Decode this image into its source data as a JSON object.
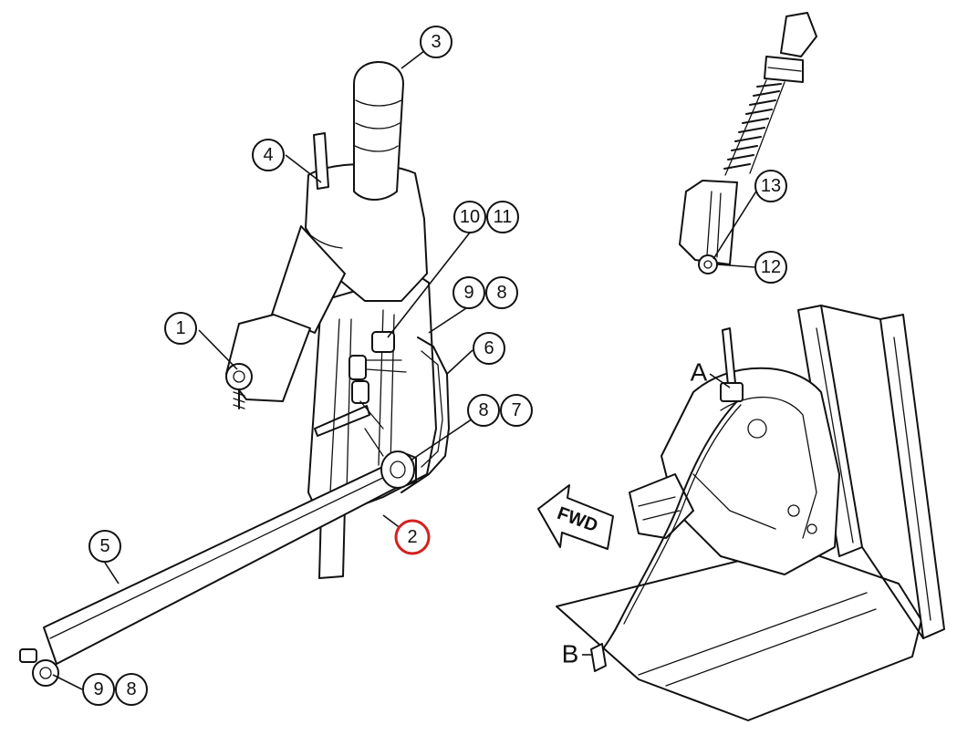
{
  "callouts": [
    {
      "id": "c1",
      "text": "1"
    },
    {
      "id": "c2",
      "text": "2"
    },
    {
      "id": "c3",
      "text": "3"
    },
    {
      "id": "c4",
      "text": "4"
    },
    {
      "id": "c5",
      "text": "5"
    },
    {
      "id": "c6",
      "text": "6"
    },
    {
      "id": "c7",
      "text": "7"
    },
    {
      "id": "c8a",
      "text": "8"
    },
    {
      "id": "c8b",
      "text": "8"
    },
    {
      "id": "c8c",
      "text": "8"
    },
    {
      "id": "c9a",
      "text": "9"
    },
    {
      "id": "c9b",
      "text": "9"
    },
    {
      "id": "c10",
      "text": "10"
    },
    {
      "id": "c11",
      "text": "11"
    },
    {
      "id": "c12",
      "text": "12"
    },
    {
      "id": "c13",
      "text": "13"
    }
  ],
  "highlight": {
    "callout": "2",
    "color": "#d42020"
  },
  "letters": {
    "a": "A",
    "b": "B"
  },
  "direction_arrow": {
    "text": "FWD"
  }
}
